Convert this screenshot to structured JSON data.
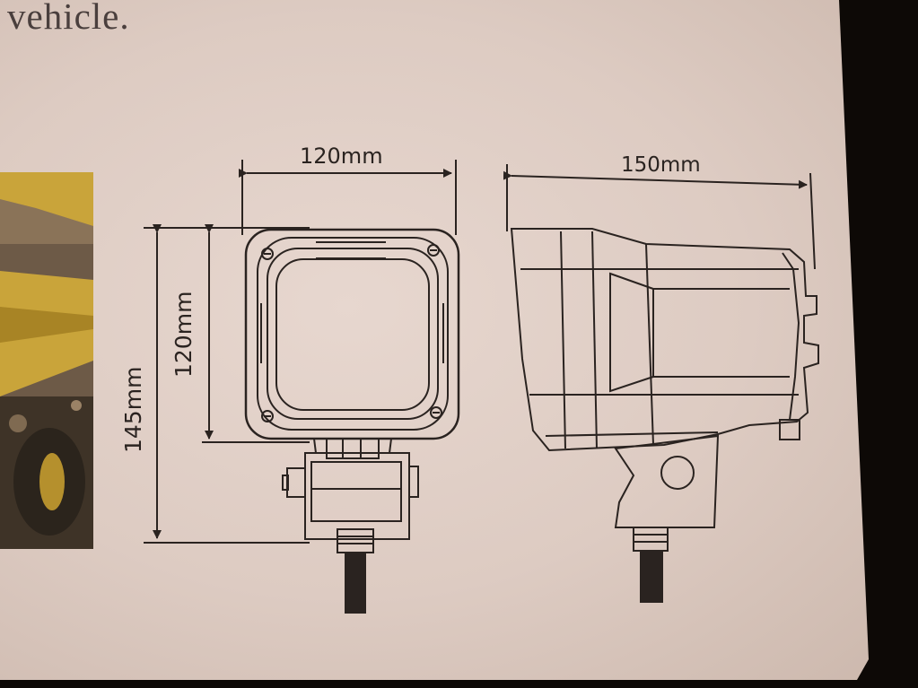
{
  "photo": {
    "heading_fragment": "vehicle.",
    "drawing": {
      "front_view": {
        "width_label": "120mm",
        "lamp_height_label": "120mm",
        "total_height_label": "145mm"
      },
      "side_view": {
        "length_label": "150mm"
      }
    },
    "colors": {
      "paper": "#e2d2c9",
      "ink": "#2a2320",
      "background": "#0d0906",
      "truck_yellow": "#c9a43a"
    }
  }
}
